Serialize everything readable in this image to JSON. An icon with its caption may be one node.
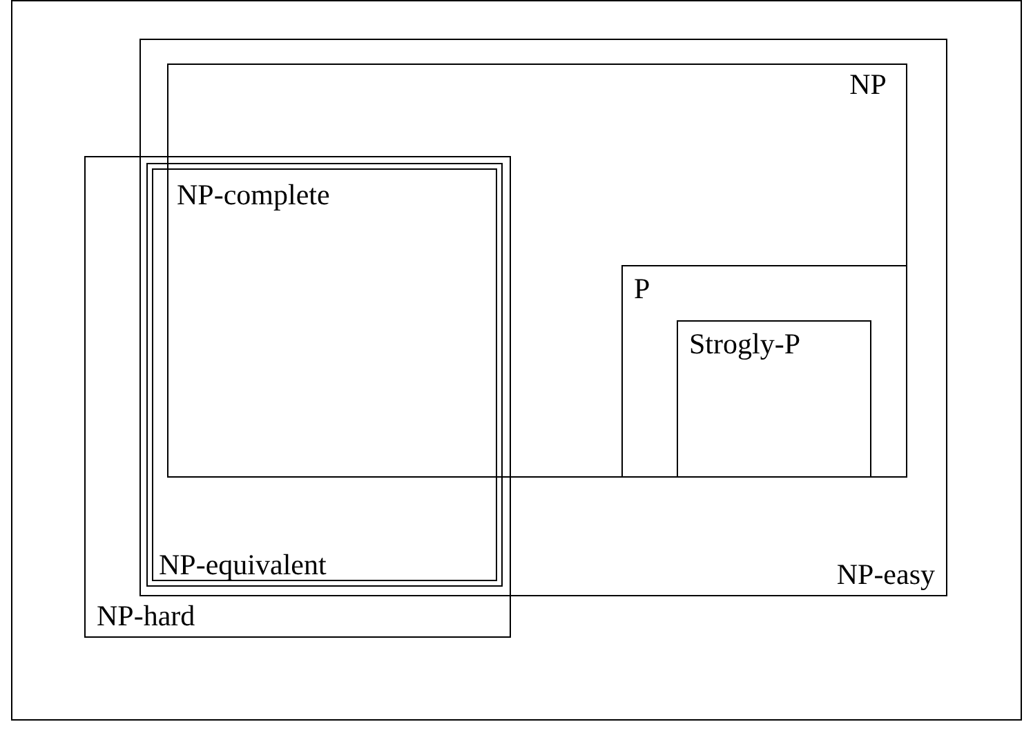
{
  "diagram": {
    "nodes": [
      {
        "text": [
          "NP-easy"
        ]
      },
      {
        "text": [
          "NP"
        ],
        "in": 0
      },
      {
        "text": [
          "NP-hard"
        ]
      },
      {
        "text": [
          "NP-equivalent"
        ]
      },
      {
        "text": [
          "P"
        ],
        "in": 1
      },
      {
        "text": [
          "Strogly-P"
        ],
        "in": 4
      }
    ],
    "edges": [],
    "labels": [
      "NP-complete"
    ]
  }
}
